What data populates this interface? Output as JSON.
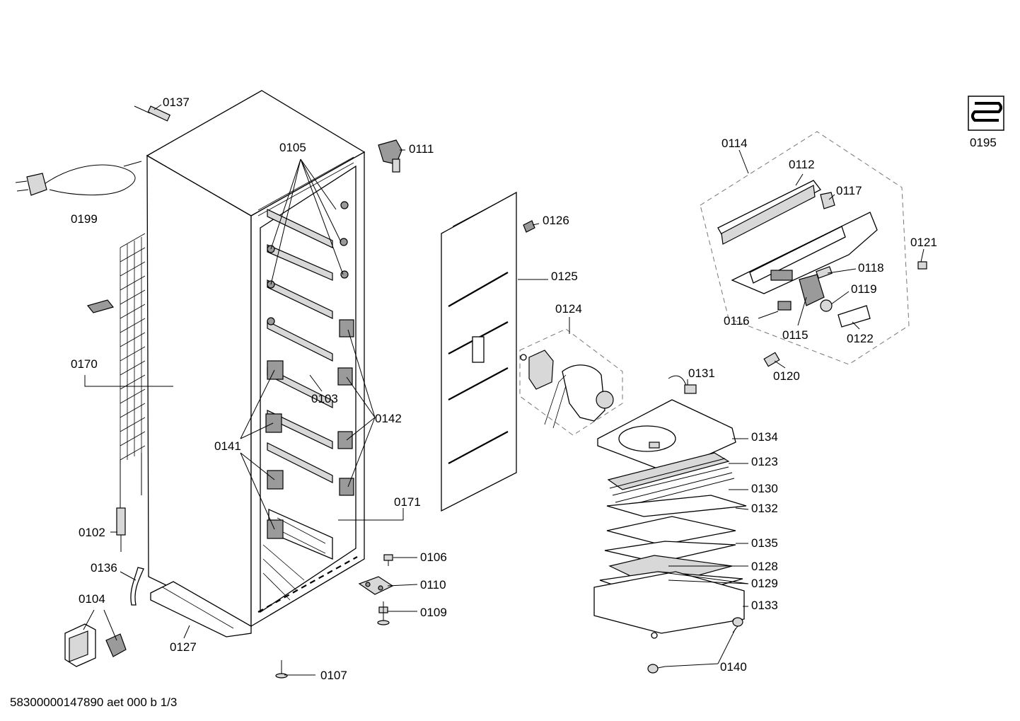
{
  "footer": {
    "doc_code": "58300000147890 aet 000 b 1/3"
  },
  "badge": {
    "label": "0195"
  },
  "parts": {
    "p0137": "0137",
    "p0105": "0105",
    "p0111": "0111",
    "p0199": "0199",
    "p0170": "0170",
    "p0103": "0103",
    "p0142": "0142",
    "p0141": "0141",
    "p0171": "0171",
    "p0102": "0102",
    "p0136": "0136",
    "p0104": "0104",
    "p0127": "0127",
    "p0106": "0106",
    "p0110": "0110",
    "p0109": "0109",
    "p0107": "0107",
    "p0126": "0126",
    "p0125": "0125",
    "p0124": "0124",
    "p0114": "0114",
    "p0112": "0112",
    "p0117": "0117",
    "p0121": "0121",
    "p0118": "0118",
    "p0119": "0119",
    "p0116": "0116",
    "p0115": "0115",
    "p0122": "0122",
    "p0120": "0120",
    "p0131": "0131",
    "p0134": "0134",
    "p0123": "0123",
    "p0130": "0130",
    "p0132": "0132",
    "p0135": "0135",
    "p0128": "0128",
    "p0129": "0129",
    "p0133": "0133",
    "p0140": "0140"
  }
}
